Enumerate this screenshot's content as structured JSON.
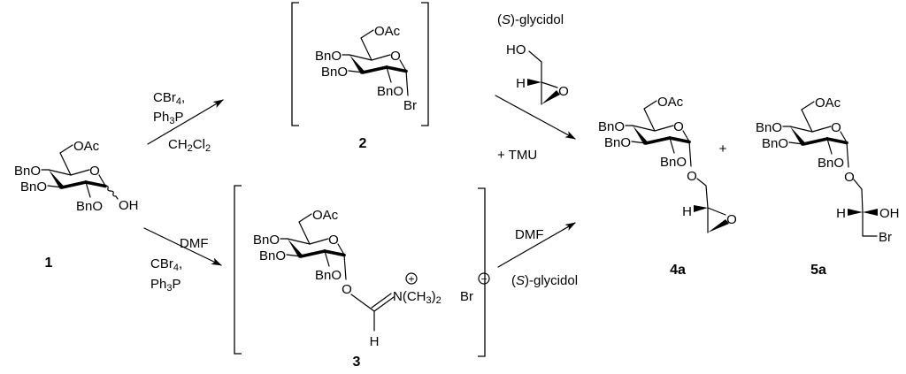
{
  "sugar": {
    "bno": "BnO",
    "oac": "OAc",
    "ring_o": "O"
  },
  "compounds": {
    "c1": {
      "label": "1",
      "anomeric": "OH"
    },
    "c2": {
      "label": "2",
      "anomeric": "Br"
    },
    "c3": {
      "label": "3",
      "anomeric_o": "O",
      "iminium": "N(CH3)2",
      "h": "H",
      "counterion": "Br",
      "plus": "+",
      "minus": "−"
    },
    "c4a": {
      "label": "4a",
      "anomeric_o": "O",
      "h": "H",
      "epoxide_o": "O"
    },
    "c5a": {
      "label": "5a",
      "anomeric_o": "O",
      "h": "H",
      "oh": "OH",
      "br": "Br"
    }
  },
  "glycidol": {
    "name": "(S)-glycidol",
    "ho": "HO",
    "h": "H",
    "o": "O"
  },
  "reactions": {
    "top_left": {
      "reagents": [
        "CBr4,",
        "Ph3P"
      ],
      "solvent": "CH2Cl2"
    },
    "bottom_left": {
      "solvent": "DMF",
      "reagents": [
        "CBr4,",
        "Ph3P"
      ]
    },
    "top_right": {
      "additive": "+ TMU"
    },
    "bottom_right": {
      "solvent": "DMF",
      "reagent": "(S)-glycidol"
    }
  },
  "plus_sign": "+"
}
